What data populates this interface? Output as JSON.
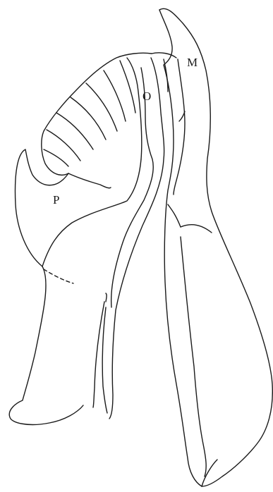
{
  "labels": {
    "m": "M",
    "o": "O",
    "p": "P"
  },
  "colors": {
    "background": "#ffffff",
    "line": "#1a1a1a"
  }
}
